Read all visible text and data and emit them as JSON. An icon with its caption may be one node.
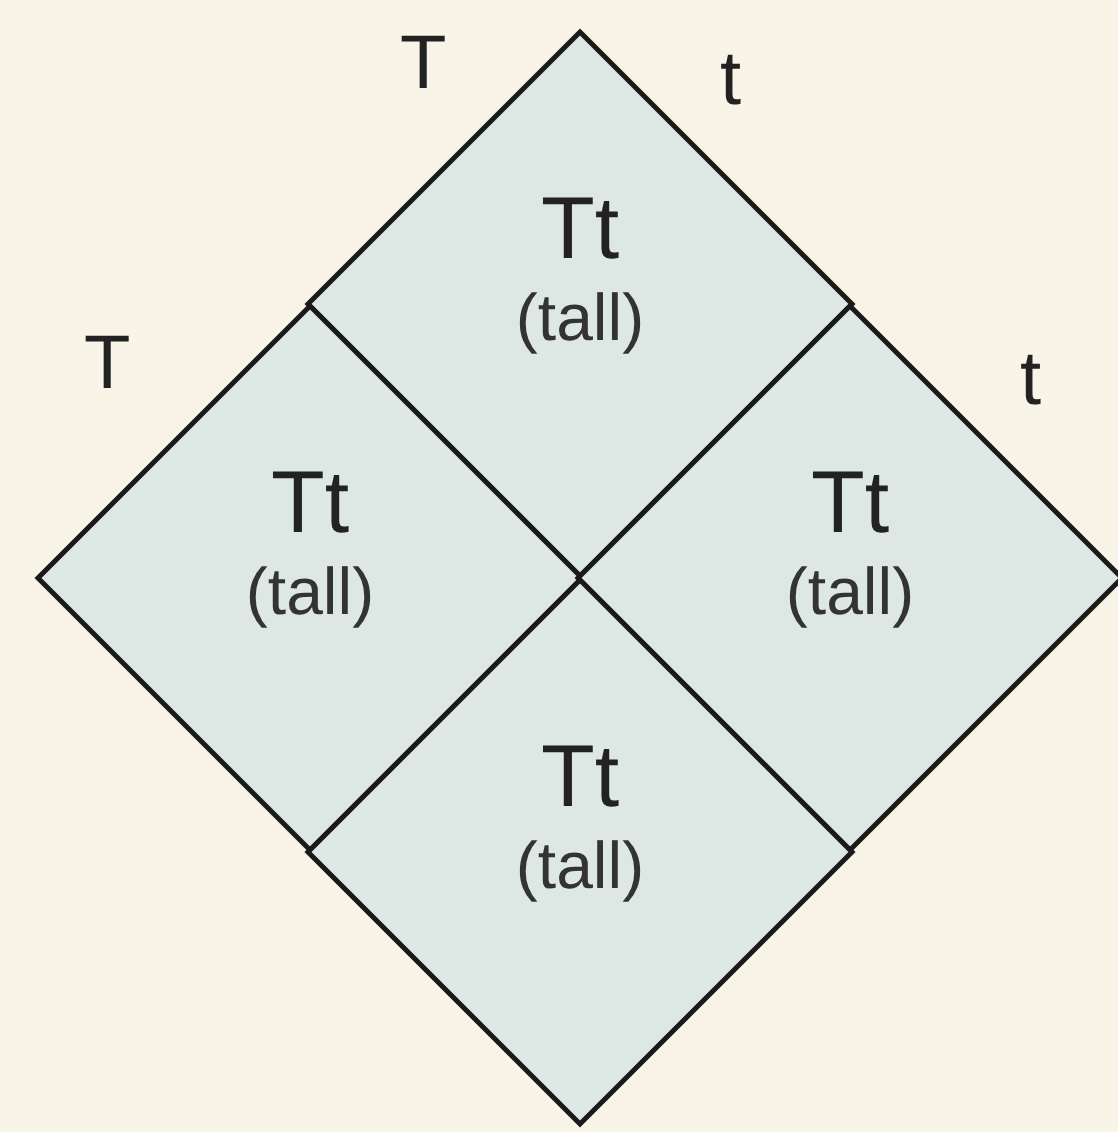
{
  "diagram": {
    "nodes": [
      {
        "text": [
          "Tt",
          "(tall)"
        ]
      },
      {
        "text": [
          "Tt",
          "(tall)"
        ]
      },
      {
        "text": [
          "Tt",
          "(tall)"
        ]
      },
      {
        "text": [
          "Tt",
          "(tall)"
        ]
      }
    ],
    "labels": [
      "T",
      "t",
      "T",
      "t"
    ]
  }
}
